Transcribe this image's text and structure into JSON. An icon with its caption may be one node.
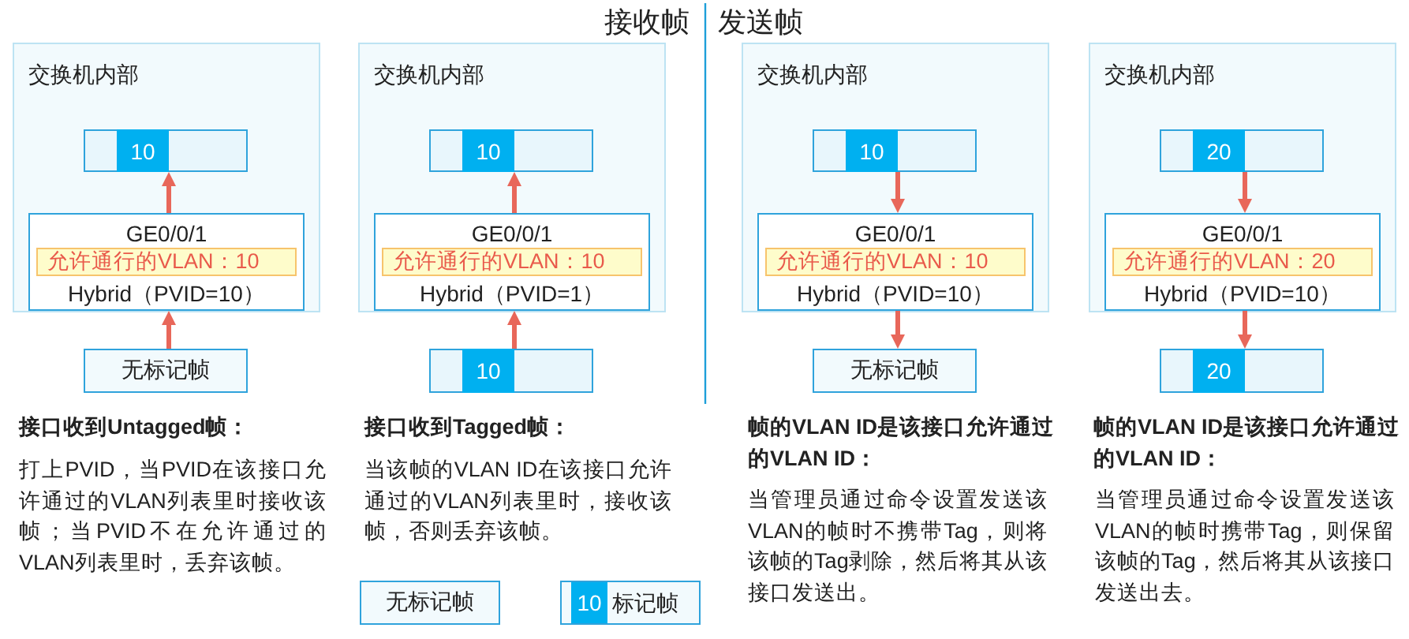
{
  "diagram": {
    "nodes": [
      {
        "text": [
          "交换机内部"
        ]
      },
      {
        "text": [
          "10"
        ],
        "in": 0
      },
      {
        "text": [
          "GE0/0/1",
          "Hybrid（PVID=10）"
        ],
        "in": 0
      },
      {
        "text": [
          "允许通行的VLAN：10"
        ],
        "in": 2
      },
      {
        "text": [
          "无标记帧"
        ]
      },
      {
        "text": [
          "交换机内部"
        ]
      },
      {
        "text": [
          "10"
        ],
        "in": 5
      },
      {
        "text": [
          "GE0/0/1",
          "Hybrid（PVID=1）"
        ],
        "in": 5
      },
      {
        "text": [
          "允许通行的VLAN：10"
        ],
        "in": 7
      },
      {
        "text": [
          "10"
        ]
      },
      {
        "text": [
          "交换机内部"
        ]
      },
      {
        "text": [
          "10"
        ],
        "in": 10
      },
      {
        "text": [
          "GE0/0/1",
          "Hybrid（PVID=10）"
        ],
        "in": 10
      },
      {
        "text": [
          "允许通行的VLAN：10"
        ],
        "in": 12
      },
      {
        "text": [
          "无标记帧"
        ]
      },
      {
        "text": [
          "交换机内部"
        ]
      },
      {
        "text": [
          "20"
        ],
        "in": 15
      },
      {
        "text": [
          "GE0/0/1",
          "Hybrid（PVID=10）"
        ],
        "in": 15
      },
      {
        "text": [
          "允许通行的VLAN：20"
        ],
        "in": 17
      },
      {
        "text": [
          "20"
        ]
      },
      {
        "text": [
          "无标记帧"
        ]
      },
      {
        "text": [
          "10",
          "标记帧"
        ]
      }
    ],
    "edges": [
      {
        "from": 4,
        "to": 2,
        "arrow": "to"
      },
      {
        "from": 2,
        "to": 1,
        "arrow": "to"
      },
      {
        "from": 9,
        "to": 7,
        "arrow": "to"
      },
      {
        "from": 7,
        "to": 6,
        "arrow": "to"
      },
      {
        "from": 11,
        "to": 12,
        "arrow": "to"
      },
      {
        "from": 12,
        "to": 14,
        "arrow": "to"
      },
      {
        "from": 16,
        "to": 17,
        "arrow": "to"
      },
      {
        "from": 17,
        "to": 19,
        "arrow": "to"
      }
    ],
    "labels": [
      "接收帧",
      "发送帧",
      "接口收到Untagged帧：",
      "打上PVID，当PVID在该接口允许通过的VLAN列表里时接收该帧；当PVID不在允许通过的VLAN列表里时，丢弃该帧。",
      "接口收到Tagged帧：",
      "当该帧的VLAN ID在该接口允许通过的VLAN列表里时，接收该帧，否则丢弃该帧。",
      "帧的VLAN ID是该接口允许通过的VLAN ID：",
      "当管理员通过命令设置发送该VLAN的帧时不携带Tag，则将该帧的Tag剥除，然后将其从该接口发送出。",
      "帧的VLAN ID是该接口允许通过的VLAN ID：",
      "当管理员通过命令设置发送该VLAN的帧时携带Tag，则保留该帧的Tag，然后将其从该接口发送出去。"
    ]
  }
}
